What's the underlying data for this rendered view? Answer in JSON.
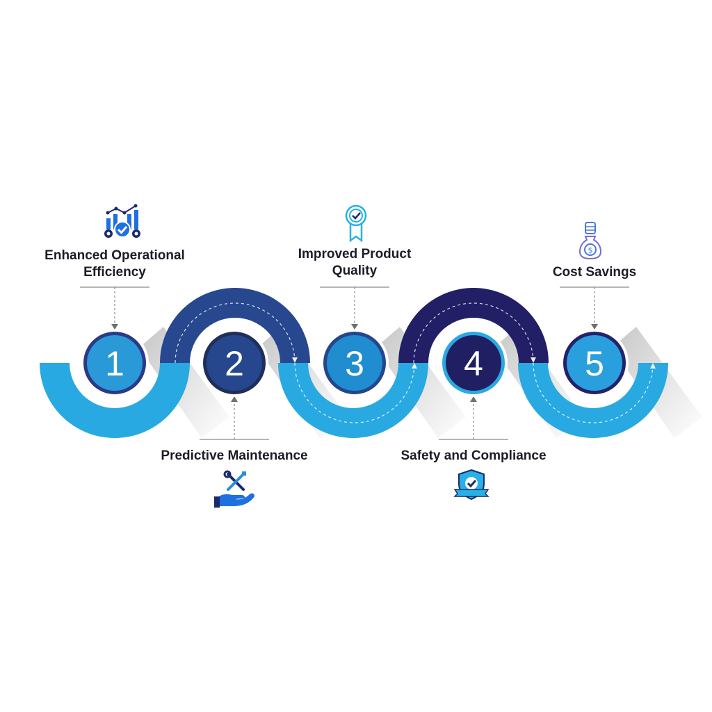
{
  "steps": [
    {
      "number": "1",
      "title_line1": "Enhanced Operational",
      "title_line2": "Efficiency",
      "icon": "chart-gears-check-icon"
    },
    {
      "number": "2",
      "title_line1": "Predictive Maintenance",
      "title_line2": "",
      "icon": "hand-tools-icon"
    },
    {
      "number": "3",
      "title_line1": "Improved Product",
      "title_line2": "Quality",
      "icon": "award-ribbon-icon"
    },
    {
      "number": "4",
      "title_line1": "Safety and Compliance",
      "title_line2": "",
      "icon": "shield-check-icon"
    },
    {
      "number": "5",
      "title_line1": "Cost Savings",
      "title_line2": "",
      "icon": "hand-money-bag-icon"
    }
  ],
  "colors": {
    "light_blue": "#29a9e1",
    "mid_blue": "#1f8dd0",
    "royal_blue": "#1e4a8f",
    "navy": "#27357a",
    "dark_navy": "#1f2366",
    "text": "#1c1c28",
    "connector": "#6f6f6f"
  }
}
